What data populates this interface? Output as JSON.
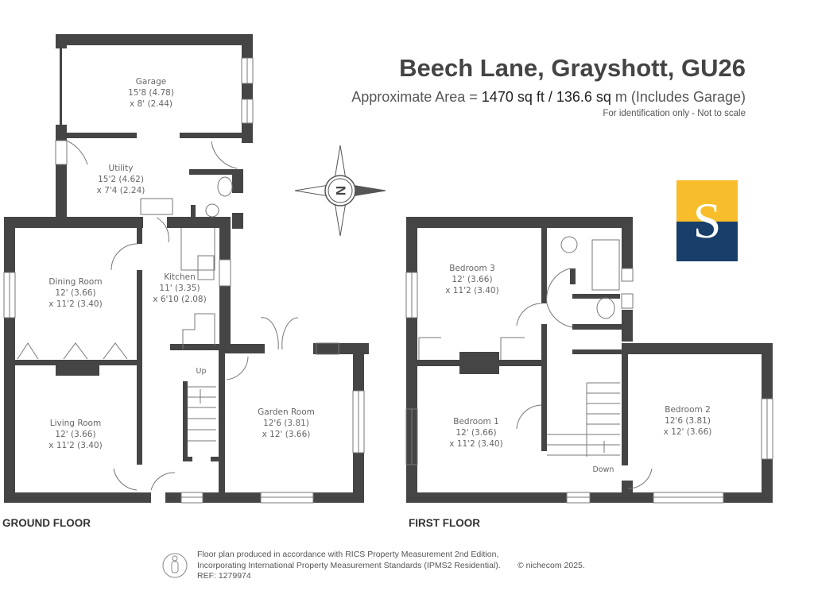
{
  "header": {
    "title": "Beech Lane, Grayshott, GU26",
    "area_prefix": "Approximate Area = ",
    "area_value": "1470 sq ft / 136.6 sq",
    "area_suffix": " m (Includes Garage)",
    "disclaimer": "For identification only - Not to scale"
  },
  "logo": {
    "letter": "S",
    "colors": {
      "top": "#f7bd2a",
      "bottom": "#183e6a"
    }
  },
  "compass": {
    "icon": "compass-rose-icon",
    "letter": "N"
  },
  "ground_floor": {
    "label": "GROUND FLOOR",
    "rooms": [
      {
        "name": "Garage",
        "dim1": "15'8 (4.78)",
        "dim2": "x 8' (2.44)"
      },
      {
        "name": "Utility",
        "dim1": "15'2 (4.62)",
        "dim2": "x 7'4 (2.24)"
      },
      {
        "name": "Dining Room",
        "dim1": "12' (3.66)",
        "dim2": "x 11'2 (3.40)"
      },
      {
        "name": "Kitchen",
        "dim1": "11' (3.35)",
        "dim2": "x 6'10 (2.08)"
      },
      {
        "name": "Living Room",
        "dim1": "12' (3.66)",
        "dim2": "x 11'2 (3.40)"
      },
      {
        "name": "Garden Room",
        "dim1": "12'6 (3.81)",
        "dim2": "x 12' (3.66)"
      }
    ],
    "stairs_label": "Up"
  },
  "first_floor": {
    "label": "FIRST FLOOR",
    "rooms": [
      {
        "name": "Bedroom 3",
        "dim1": "12' (3.66)",
        "dim2": "x 11'2 (3.40)"
      },
      {
        "name": "Bedroom 1",
        "dim1": "12' (3.66)",
        "dim2": "x 11'2 (3.40)"
      },
      {
        "name": "Bedroom 2",
        "dim1": "12'6 (3.81)",
        "dim2": "x 12' (3.66)"
      }
    ],
    "stairs_label": "Down"
  },
  "footer": {
    "line1": "Floor plan produced in accordance with RICS Property Measurement 2nd Edition,",
    "line2": "Incorporating International Property Measurement Standards (IPMS2 Residential).",
    "ref": "REF: 1279974",
    "copyright": "© nichecom 2025."
  },
  "colors": {
    "wall": "#454545",
    "text": "#666666",
    "title": "#444444"
  }
}
